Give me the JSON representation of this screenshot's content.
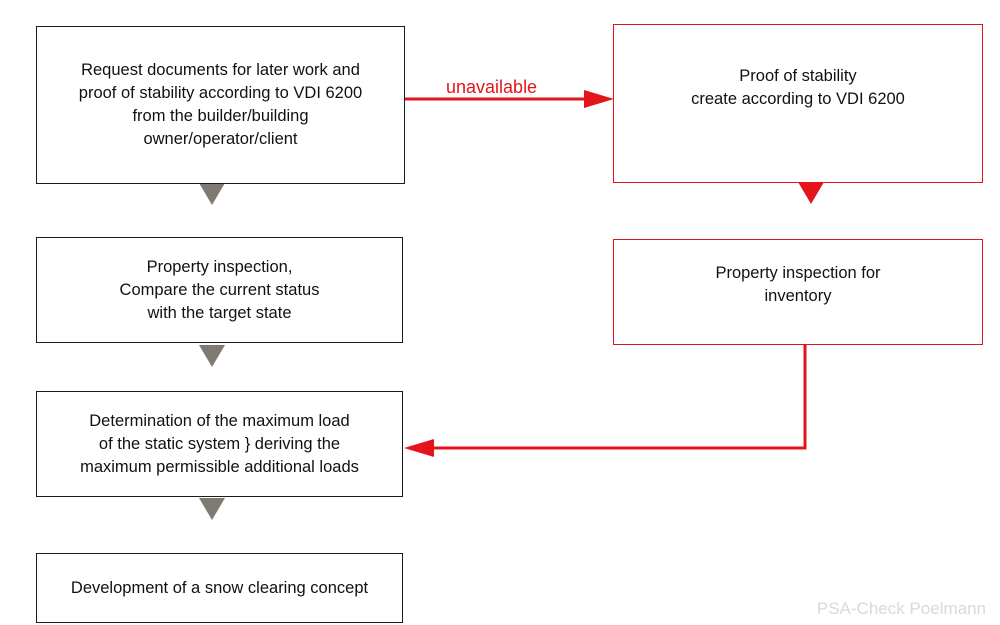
{
  "left_column": [
    {
      "lines": [
        "Request documents for later work and",
        "proof of stability according to VDI 6200",
        "from the builder/building",
        "owner/operator/client"
      ]
    },
    {
      "lines": [
        "Property inspection,",
        "Compare the current status",
        "with the target state"
      ]
    },
    {
      "lines": [
        "Determination of the maximum load",
        "of the static system } deriving the",
        "maximum permissible additional loads"
      ]
    },
    {
      "lines": [
        "Development of a snow clearing concept"
      ]
    }
  ],
  "right_column": [
    {
      "lines": [
        "Proof of stability",
        "create according to VDI 6200"
      ]
    },
    {
      "lines": [
        "Property inspection for",
        "inventory"
      ]
    }
  ],
  "edge_label": "unavailable",
  "watermark": "PSA-Check Poelmann",
  "colors": {
    "black_border": "#1a1a1a",
    "red": "#e3151a",
    "gray_arrow": "#7f7b74"
  }
}
